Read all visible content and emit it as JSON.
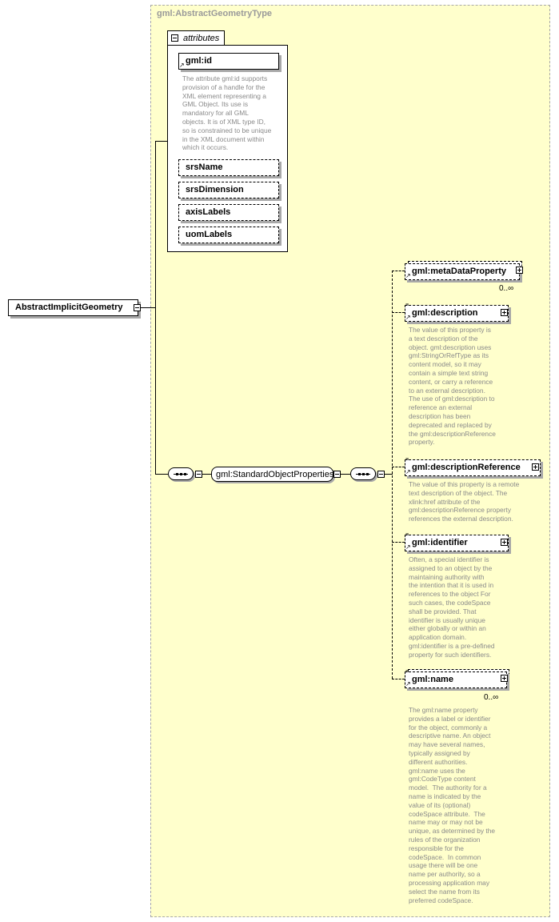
{
  "type_title": "gml:AbstractGeometryType",
  "root_element": "AbstractImplicitGeometry",
  "attributes_tab": "attributes",
  "attributes": [
    {
      "name": "gml:id",
      "doc": "The attribute gml:id supports\nprovision of a handle for the\nXML element representing a\nGML Object. Its use is\nmandatory for all GML\nobjects. It is of XML type ID,\nso is constrained to be unique\nin the XML document within\nwhich it occurs."
    },
    {
      "name": "srsName"
    },
    {
      "name": "srsDimension"
    },
    {
      "name": "axisLabels"
    },
    {
      "name": "uomLabels"
    }
  ],
  "group_name": "gml:StandardObjectProperties",
  "elements": [
    {
      "name": "gml:metaDataProperty",
      "cardinality": "0..∞"
    },
    {
      "name": "gml:description",
      "doc": "The value of this property is\na text description of the\nobject. gml:description uses\ngml:StringOrRefType as its\ncontent model, so it may\ncontain a simple text string\ncontent, or carry a reference\nto an external description.\nThe use of gml:description to\nreference an external\ndescription has been\ndeprecated and replaced by\nthe gml:descriptionReference\nproperty."
    },
    {
      "name": "gml:descriptionReference",
      "doc": "The value of this property is a remote\ntext description of the object. The\nxlink:href attribute of the\ngml:descriptionReference property\nreferences the external description."
    },
    {
      "name": "gml:identifier",
      "doc": "Often, a special identifier is\nassigned to an object by the\nmaintaining authority with\nthe intention that it is used in\nreferences to the object For\nsuch cases, the codeSpace\nshall be provided. That\nidentifier is usually unique\neither globally or within an\napplication domain.\ngml:identifier is a pre-defined\nproperty for such identifiers."
    },
    {
      "name": "gml:name",
      "cardinality": "0..∞",
      "doc": "The gml:name property\nprovides a label or identifier\nfor the object, commonly a\ndescriptive name. An object\nmay have several names,\ntypically assigned by\ndifferent authorities.\ngml:name uses the\ngml:CodeType content\nmodel.  The authority for a\nname is indicated by the\nvalue of its (optional)\ncodeSpace attribute.  The\nname may or may not be\nunique, as determined by the\nrules of the organization\nresponsible for the\ncodeSpace.  In common\nusage there will be one\nname per authority, so a\nprocessing application may\nselect the name from its\npreferred codeSpace."
    }
  ]
}
